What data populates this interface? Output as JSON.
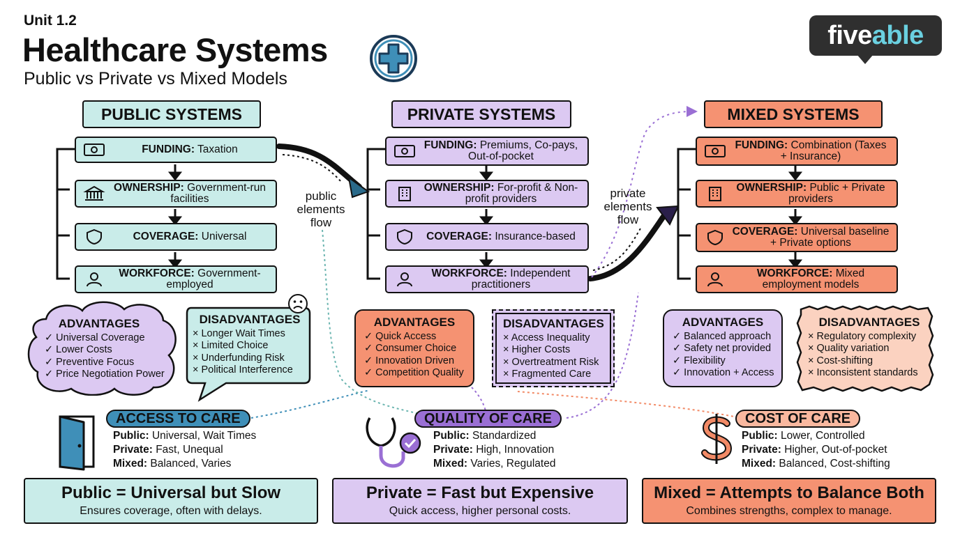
{
  "header": {
    "unit": "Unit 1.2",
    "title": "Healthcare Systems",
    "subtitle": "Public vs Private vs Mixed Models",
    "logo_main": "five",
    "logo_accent": "able"
  },
  "columns": {
    "public": {
      "header": "PUBLIC SYSTEMS",
      "funding_label": "FUNDING:",
      "funding_value": "Taxation",
      "ownership_label": "OWNERSHIP:",
      "ownership_value": "Government-run facilities",
      "coverage_label": "COVERAGE:",
      "coverage_value": "Universal",
      "workforce_label": "WORKFORCE:",
      "workforce_value": "Government-employed",
      "advantages_title": "ADVANTAGES",
      "advantages": [
        "✓ Universal Coverage",
        "✓ Lower Costs",
        "✓ Preventive Focus",
        "✓ Price Negotiation Power"
      ],
      "disadvantages_title": "DISADVANTAGES",
      "disadvantages": [
        "× Longer Wait Times",
        "× Limited Choice",
        "× Underfunding Risk",
        "× Political Interference"
      ]
    },
    "private": {
      "header": "PRIVATE SYSTEMS",
      "funding_label": "FUNDING:",
      "funding_value": "Premiums, Co-pays, Out-of-pocket",
      "ownership_label": "OWNERSHIP:",
      "ownership_value": "For-profit & Non-profit providers",
      "coverage_label": "COVERAGE:",
      "coverage_value": "Insurance-based",
      "workforce_label": "WORKFORCE:",
      "workforce_value": "Independent practitioners",
      "advantages_title": "ADVANTAGES",
      "advantages": [
        "✓ Quick Access",
        "✓ Consumer Choice",
        "✓ Innovation Driven",
        "✓ Competition Quality"
      ],
      "disadvantages_title": "DISADVANTAGES",
      "disadvantages": [
        "× Access Inequality",
        "× Higher Costs",
        "× Overtreatment Risk",
        "× Fragmented Care"
      ]
    },
    "mixed": {
      "header": "MIXED SYSTEMS",
      "funding_label": "FUNDING:",
      "funding_value": "Combination (Taxes + Insurance)",
      "ownership_label": "OWNERSHIP:",
      "ownership_value": "Public + Private providers",
      "coverage_label": "COVERAGE:",
      "coverage_value": "Universal baseline + Private options",
      "workforce_label": "WORKFORCE:",
      "workforce_value": "Mixed employment models",
      "advantages_title": "ADVANTAGES",
      "advantages": [
        "✓ Balanced approach",
        "✓ Safety net provided",
        "✓ Flexibility",
        "✓ Innovation + Access"
      ],
      "disadvantages_title": "DISADVANTAGES",
      "disadvantages": [
        "× Regulatory complexity",
        "× Quality variation",
        "× Cost-shifting",
        "× Inconsistent standards"
      ]
    }
  },
  "flows": {
    "public_flow": [
      "public",
      "elements",
      "flow"
    ],
    "private_flow": [
      "private",
      "elements",
      "flow"
    ]
  },
  "care": {
    "access": {
      "title": "ACCESS TO CARE",
      "lines": [
        {
          "k": "Public:",
          "v": "Universal, Wait Times"
        },
        {
          "k": "Private:",
          "v": "Fast, Unequal"
        },
        {
          "k": "Mixed:",
          "v": "Balanced, Varies"
        }
      ]
    },
    "quality": {
      "title": "QUALITY OF CARE",
      "lines": [
        {
          "k": "Public:",
          "v": "Standardized"
        },
        {
          "k": "Private:",
          "v": "High, Innovation"
        },
        {
          "k": "Mixed:",
          "v": "Varies, Regulated"
        }
      ]
    },
    "cost": {
      "title": "COST OF CARE",
      "lines": [
        {
          "k": "Public:",
          "v": "Lower, Controlled"
        },
        {
          "k": "Private:",
          "v": "Higher, Out-of-pocket"
        },
        {
          "k": "Mixed:",
          "v": "Balanced, Cost-shifting"
        }
      ]
    }
  },
  "summaries": {
    "public": {
      "headline": "Public = Universal but Slow",
      "sub": "Ensures coverage, often with delays."
    },
    "private": {
      "headline": "Private = Fast but Expensive",
      "sub": "Quick access, higher personal costs."
    },
    "mixed": {
      "headline": "Mixed = Attempts to Balance Both",
      "sub": "Combines strengths, complex to manage."
    }
  },
  "colors": {
    "teal": "#c9ece9",
    "purple": "#dcc9f2",
    "orange": "#f59272",
    "light_orange": "#fbd2c0",
    "access_blue": "#3f8fb8",
    "quality_purple": "#9a6fd4",
    "cost_orange": "#f28a66"
  }
}
